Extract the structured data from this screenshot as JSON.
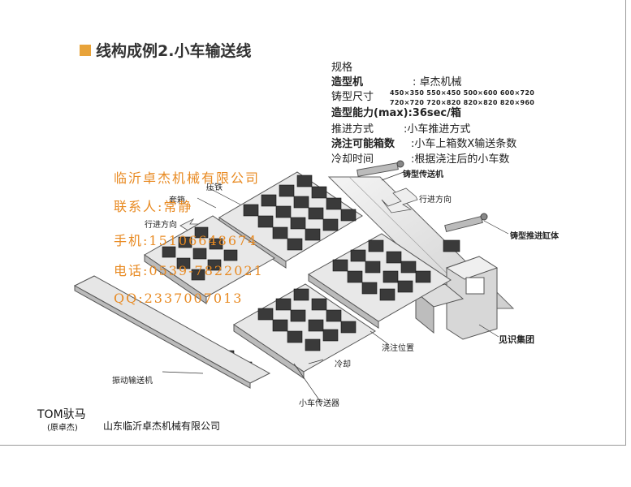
{
  "title": "线构成例2.小车输送线",
  "specs": {
    "header": "规格",
    "molding_machine": "造型机",
    "molding_machine_value": ": 卓杰机械",
    "flask_size": "铸型尺寸",
    "flask_size_row1": "450×350   550×450   500×600   600×720",
    "flask_size_row2": "720×720   720×820   820×820   820×960",
    "capacity": "造型能力(max):36sec/箱",
    "push_method": "推进方式",
    "push_method_value": ":小车推进方式",
    "pourable_boxes": "浇注可能箱数",
    "pourable_boxes_value": ":小车上箱数X输送条数",
    "cooling_time": "冷却时间",
    "cooling_time_value": ":根据浇注后的小车数"
  },
  "contact": {
    "company": "临沂卓杰机械有限公司",
    "person": "联系人:常静",
    "mobile": "手机:15106648674",
    "phone": "电话:0539-7822021",
    "qq": "QQ:2337007013"
  },
  "labels": {
    "mold_conveyor": "铸型传送机",
    "travel_direction_right": "行进方向",
    "pusher_cylinder": "铸型推进缸体",
    "weight": "压铁",
    "jacket": "套箱",
    "travel_direction_left": "行进方向",
    "brand": "见识集团",
    "pouring_position": "浇注位置",
    "cooling": "冷却",
    "vibrating_conveyor": "振动输送机",
    "car_transfer": "小车传送器"
  },
  "footer": {
    "logo": "TOM驮马",
    "logo_sub": "(原卓杰)",
    "company": "山东临沂卓杰机械有限公司"
  }
}
